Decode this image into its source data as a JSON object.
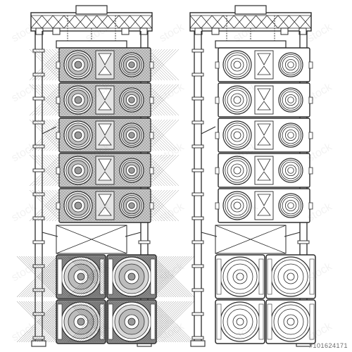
{
  "image": {
    "subject": "line-array-speaker-stacks-on-truss",
    "variants": [
      {
        "id": "dark",
        "cabinet_fill": "#c9c9c9",
        "sub_fill": "#8f8f8f",
        "stroke": "#2b2b2b"
      },
      {
        "id": "light",
        "cabinet_fill": "#ffffff",
        "sub_fill": "#ffffff",
        "stroke": "#2b2b2b"
      }
    ],
    "line_array_modules_per_stack": 5,
    "subwoofers_per_stack": 4,
    "truss_color": "#2b2b2b",
    "background": "#ffffff"
  },
  "watermark": {
    "pattern_text": "stock",
    "id_text": "#101624171"
  }
}
